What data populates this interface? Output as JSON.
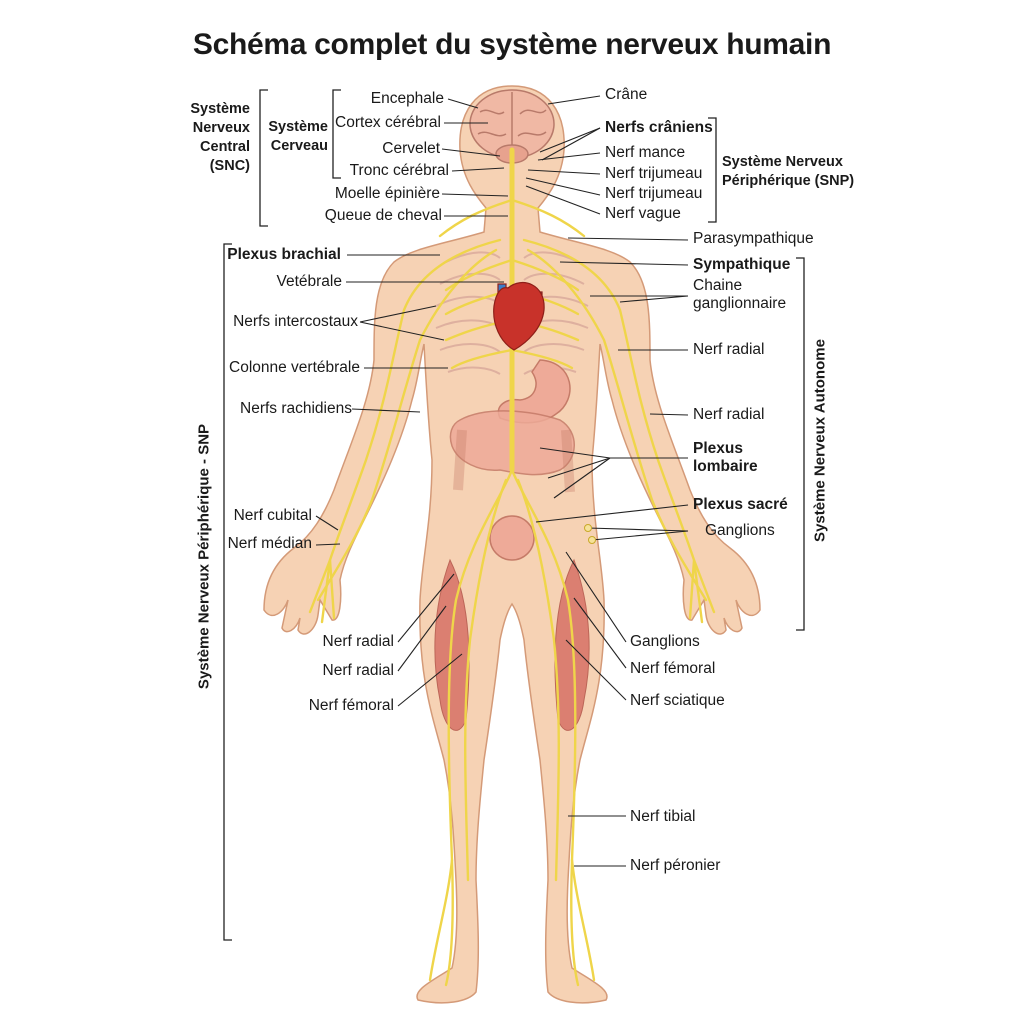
{
  "title": "Schéma complet du système nerveux humain",
  "groups": {
    "snc": [
      "Système",
      "Nerveux",
      "Central",
      "(SNC)"
    ],
    "cerveau": [
      "Système",
      "Cerveau"
    ],
    "snp_top": [
      "Système Nerveux",
      "Périphérique (SNP)"
    ],
    "snp_left": "Système Nerveux Périphérique - SNP",
    "autonome": "Système Nerveux Autonome"
  },
  "labels_left": {
    "encephale": "Encephale",
    "cortex": "Cortex cérébral",
    "cervelet": "Cervelet",
    "tronc": "Tronc cérébral",
    "moelle": "Moelle épinière",
    "queue": "Queue de cheval",
    "plexus_brachial": "Plexus brachial",
    "vertebrale": "Vetébrale",
    "intercostaux": "Nerfs intercostaux",
    "colonne": "Colonne vertébrale",
    "rachidiens": "Nerfs rachidiens",
    "cubital": "Nerf cubital",
    "median": "Nerf médian",
    "radial_1": "Nerf radial",
    "radial_2": "Nerf radial",
    "femoral": "Nerf fémoral"
  },
  "labels_right": {
    "crane": "Crâne",
    "craniens": "Nerfs crâniens",
    "mance": "Nerf mance",
    "trijumeau_1": "Nerf trijumeau",
    "trijumeau_2": "Nerf trijumeau",
    "vague": "Nerf vague",
    "parasympathique": "Parasympathique",
    "sympathique": "Sympathique",
    "chaine": [
      "Chaine",
      "ganglionnaire"
    ],
    "radial_1": "Nerf radial",
    "radial_2": "Nerf radial",
    "plexus_lombaire": [
      "Plexus",
      "lombaire"
    ],
    "plexus_sacre": "Plexus sacré",
    "ganglions_1": "Ganglions",
    "ganglions_2": "Ganglions",
    "femoral": "Nerf fémoral",
    "sciatique": "Nerf sciatique",
    "tibial": "Nerf tibial",
    "peronier": "Nerf péronier"
  },
  "colors": {
    "skin": "#f6d2b4",
    "skin_edge": "#d49a78",
    "nerve": "#efd54a",
    "muscle": "#d9776a",
    "heart": "#c8322a",
    "vessel": "#3b7cc9",
    "brain": "#f0b8a4",
    "gut": "#eeaa98"
  }
}
